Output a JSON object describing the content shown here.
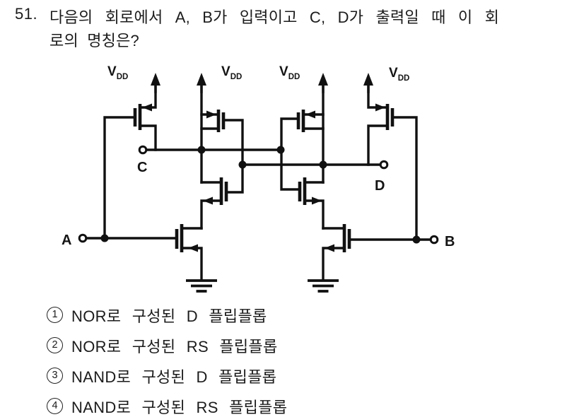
{
  "question": {
    "number": "51.",
    "line1": "다음의 회로에서 A, B가 입력이고 C, D가 출력일 때 이 회",
    "line2": "로의 명칭은?"
  },
  "circuit": {
    "vdd_main": "V",
    "vdd_sub": "DD",
    "terminal_a": "A",
    "terminal_b": "B",
    "terminal_c": "C",
    "terminal_d": "D"
  },
  "options": [
    {
      "number": "1",
      "label": "NOR로 구성된 D 플립플롭"
    },
    {
      "number": "2",
      "label": "NOR로 구성된 RS 플립플롭"
    },
    {
      "number": "3",
      "label": "NAND로 구성된 D 플립플롭"
    },
    {
      "number": "4",
      "label": "NAND로 구성된 RS 플립플롭"
    }
  ]
}
